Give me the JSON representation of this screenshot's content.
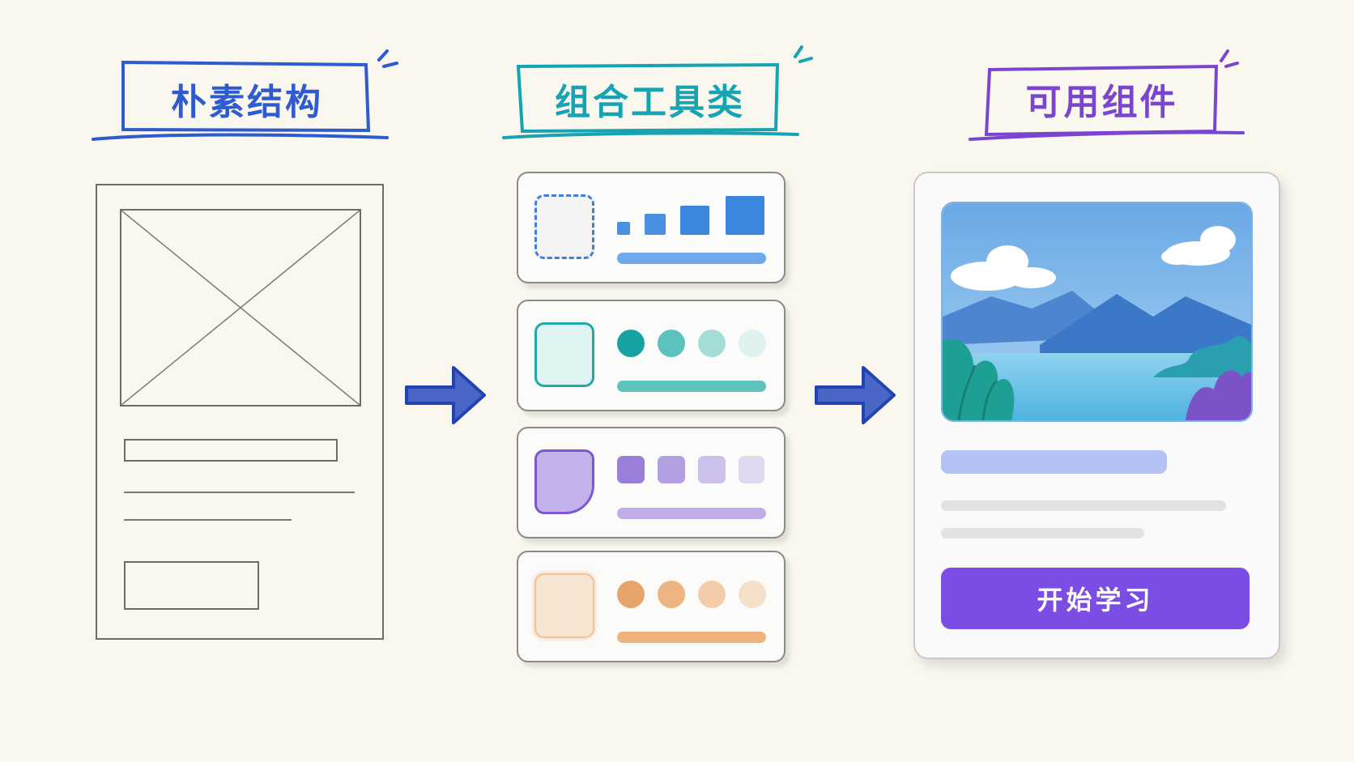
{
  "columns": [
    {
      "title": "朴素结构",
      "color": "#2f5bd1"
    },
    {
      "title": "组合工具类",
      "color": "#16a3b2"
    },
    {
      "title": "可用组件",
      "color": "#7a45d1"
    }
  ],
  "tool_cards": [
    {
      "name": "spacing",
      "accent": "#3f8de0",
      "items": [
        "sq-1",
        "sq-2",
        "sq-3",
        "sq-4"
      ]
    },
    {
      "name": "color",
      "accent": "#1fa9a8",
      "items": [
        "#17a3a1",
        "#5cc2bd",
        "#a4ddd7",
        "#dff2f0"
      ]
    },
    {
      "name": "radius",
      "accent": "#8b6fd3",
      "items": [
        "#9a7fda",
        "#b3a0e2",
        "#cdc1ec",
        "#dfd8ef"
      ]
    },
    {
      "name": "tone",
      "accent": "#e5a36c",
      "items": [
        "#e8a56b",
        "#eeb582",
        "#f3cda9",
        "#f7e0c8"
      ]
    }
  ],
  "component": {
    "button_label": "开始学习",
    "accent": "#7b4de3"
  }
}
